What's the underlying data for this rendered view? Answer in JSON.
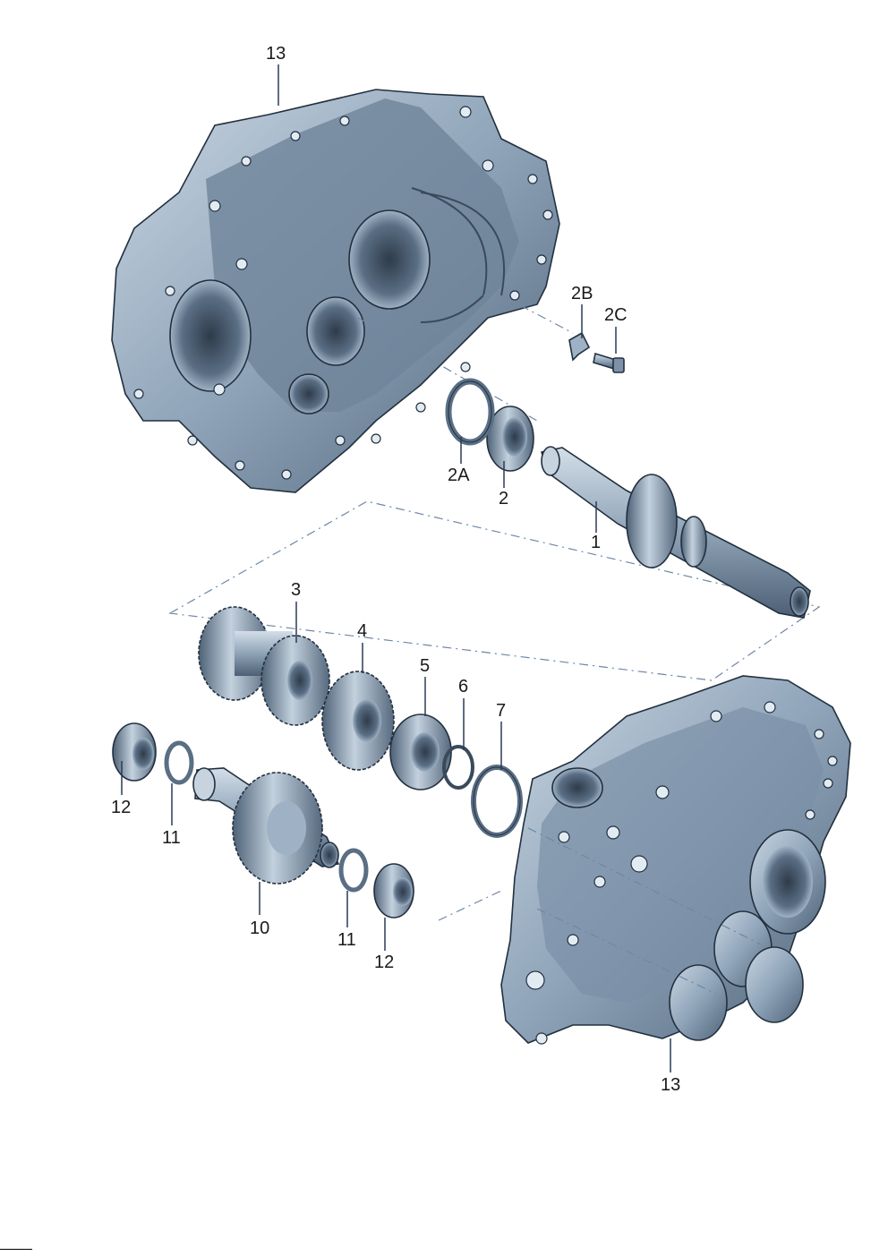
{
  "callouts": {
    "c13_top": "13",
    "c2B": "2B",
    "c2C": "2C",
    "c2A": "2A",
    "c2": "2",
    "c1": "1",
    "c3": "3",
    "c4": "4",
    "c5": "5",
    "c6": "6",
    "c7": "7",
    "c12_left": "12",
    "c11_left": "11",
    "c10": "10",
    "c11_right": "11",
    "c12_right": "12",
    "c13_bottom": "13"
  },
  "colors": {
    "housing_dark": "#5e7389",
    "housing_mid": "#8da2b8",
    "housing_light": "#b8c8d8",
    "outline": "#22303f",
    "dash_line": "#6f87a6"
  }
}
